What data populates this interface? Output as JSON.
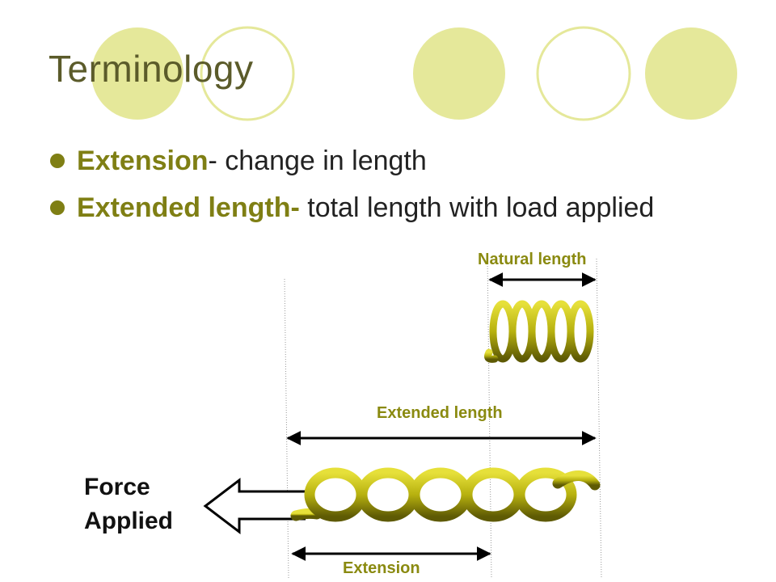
{
  "slide": {
    "title": "Terminology",
    "bullets": [
      {
        "term": "Extension",
        "text": "- change in length"
      },
      {
        "term": "Extended length-",
        "text": " total length with load applied"
      }
    ]
  },
  "diagram": {
    "natural_length_label": "Natural length",
    "extended_length_label": "Extended length",
    "extension_label": "Extension",
    "force_label_line1": "Force",
    "force_label_line2": "Applied"
  },
  "colors": {
    "accent": "#7f7f14",
    "circle_fill": "#e5e89a",
    "title": "#5b5b2a",
    "spring": "#bdb812"
  }
}
